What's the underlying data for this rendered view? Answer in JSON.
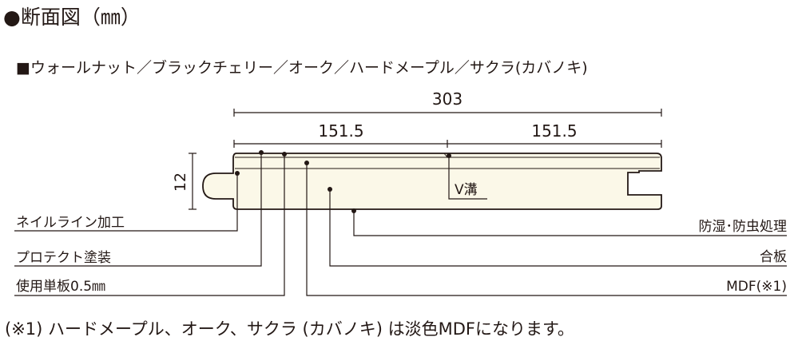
{
  "title": "●断面図（㎜）",
  "subtitle": "■ウォールナット／ブラックチェリー／オーク／ハードメープル／サクラ(カバノキ)",
  "dimensions": {
    "total_width": "303",
    "half_left": "151.5",
    "half_right": "151.5",
    "thickness": "12"
  },
  "labels": {
    "v_groove": "V溝",
    "nail_line": "ネイルライン加工",
    "protect_coating": "プロテクト塗装",
    "veneer": "使用単板0.5㎜",
    "moisture_insect": "防湿･防虫処理",
    "plywood": "合板",
    "mdf": "MDF(※1)"
  },
  "footnote": "(※1) ハードメープル、オーク、サクラ (カバノキ) は淡色MDFになります。",
  "colors": {
    "ink": "#231815",
    "board_fill": "#fbf8e8"
  }
}
